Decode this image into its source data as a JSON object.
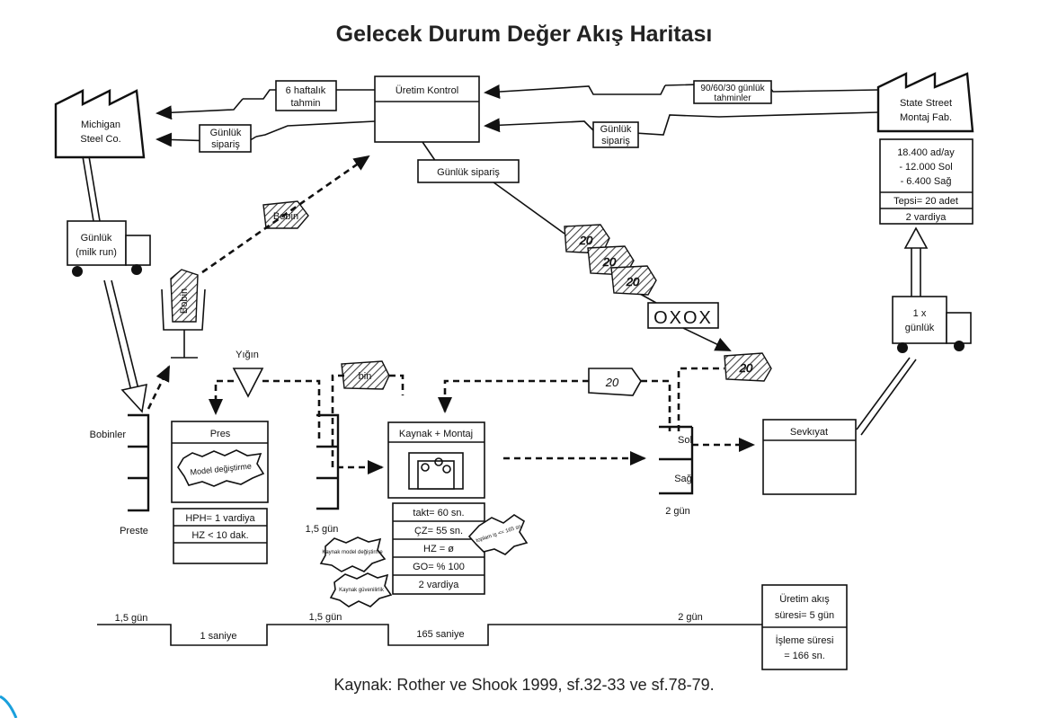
{
  "title": "Gelecek Durum Değer Akış Haritası",
  "source": "Kaynak: Rother ve Shook 1999,  sf.32-33 ve sf.78-79.",
  "production_control": {
    "label": "Üretim Kontrol"
  },
  "supplier": {
    "line1": "Michigan",
    "line2": "Steel Co."
  },
  "customer": {
    "line1": "State Street",
    "line2": "Montaj Fab."
  },
  "info_labels": {
    "forecast_supplier_1": "6 haftalık",
    "forecast_supplier_2": "tahmin",
    "order_supplier_1": "Günlük",
    "order_supplier_2": "sipariş",
    "forecast_customer_1": "90/60/30 günlük",
    "forecast_customer_2": "tahminler",
    "order_customer_1": "Günlük",
    "order_customer_2": "sipariş",
    "daily_order": "Günlük sipariş"
  },
  "customer_data": {
    "demand": "18.400 ad/ay",
    "left": "- 12.000 Sol",
    "right": "- 6.400 Sağ",
    "tray": "Tepsi= 20 adet",
    "shifts": "2 vardiya"
  },
  "truck_in": {
    "line1": "Günlük",
    "line2": "(milk run)"
  },
  "truck_out": {
    "line1": "1 x",
    "line2": "günlük"
  },
  "kanban": {
    "coil": "Bobin",
    "coil_post": "Bobin",
    "batch": "Yığın",
    "bin": "bin",
    "qty": "20",
    "leveling": "OXOX"
  },
  "coils_store": {
    "label": "Bobinler",
    "sub": "Preste"
  },
  "press": {
    "label": "Pres",
    "burst": "Model değiştirme",
    "d1": "HPH= 1 vardiya",
    "d2": "HZ < 10 dak."
  },
  "weld": {
    "label": "Kaynak + Montaj",
    "d1": "takt= 60 sn.",
    "d2": "ÇZ= 55 sn.",
    "d3": "HZ = ø",
    "d4": "GO= % 100",
    "d5": "2 vardiya",
    "burst1": "Kaynak model değiştirme",
    "burst2": "Kaynak güvenilirlik",
    "burst3": "toplam iş <= 165 sn."
  },
  "supermarket": {
    "left": "Sol",
    "right": "Sağ",
    "days": "2 gün"
  },
  "mid_store": {
    "days": "1,5 gün"
  },
  "shipping": {
    "label": "Sevkıyat"
  },
  "timeline": {
    "t1": "1,5 gün",
    "t2": "1 saniye",
    "t3": "1,5 gün",
    "t4": "165 saniye",
    "t5": "2 gün",
    "lead_1": "Üretim akış",
    "lead_2": "süresi= 5 gün",
    "proc_1": "İşleme süresi",
    "proc_2": "= 166 sn."
  }
}
